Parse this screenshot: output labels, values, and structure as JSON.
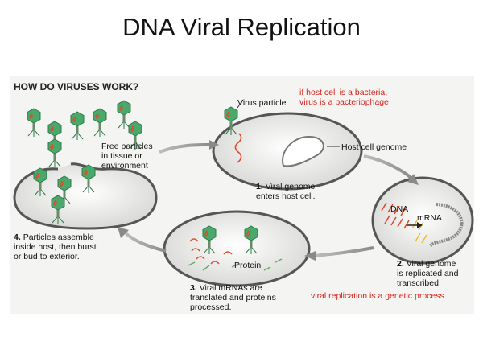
{
  "slide": {
    "title": "DNA Viral Replication"
  },
  "figure": {
    "heading": "HOW DO VIRUSES WORK?",
    "labels": {
      "virus_particle": "Virus particle",
      "host_cell_genome": "Host cell genome",
      "free_particles": "Free particles\nin tissue or\nenvironment",
      "dna": "DNA",
      "mrna": "mRNA",
      "protein": "Protein"
    },
    "notes": {
      "bacteria": "if host cell is a bacteria,\nvirus is a bacteriophage",
      "genetic": "viral replication is a genetic process"
    },
    "steps": [
      {
        "number": "1.",
        "text": "Viral genome\nenters host cell."
      },
      {
        "number": "2.",
        "text": "Viral genome\nis replicated and\ntranscribed."
      },
      {
        "number": "3.",
        "text": "Viral mRNAs are\ntranslated and proteins\nprocessed."
      },
      {
        "number": "4.",
        "text": "Particles assemble\ninside host, then burst\nor bud to exterior."
      }
    ],
    "colors": {
      "note_red": "#d8231b",
      "virus_green": "#4aa86a",
      "dna_red": "#e04a2a",
      "arrow_gray": "#9a9a9a"
    }
  }
}
